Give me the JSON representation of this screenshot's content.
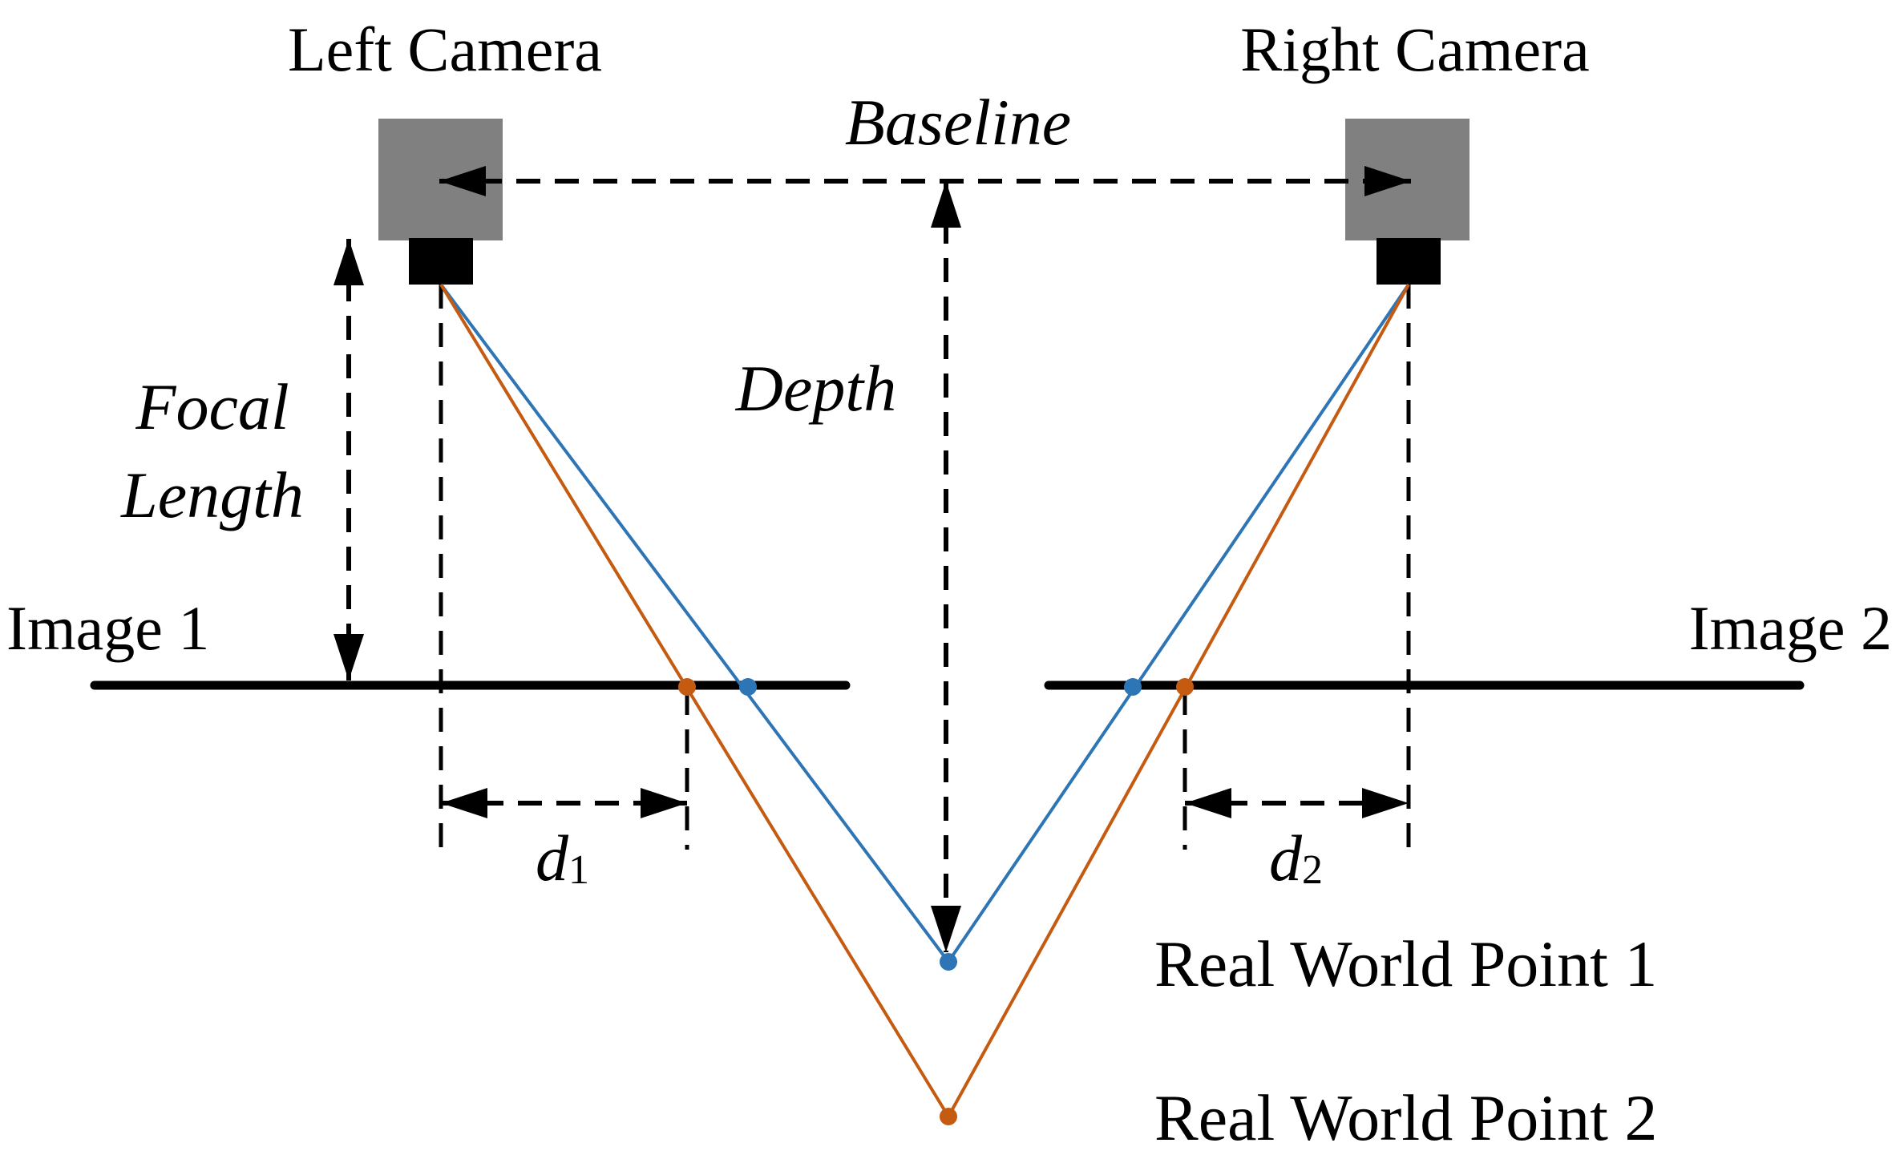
{
  "labels": {
    "left_camera": "Left Camera",
    "right_camera": "Right Camera",
    "baseline": "Baseline",
    "depth": "Depth",
    "focal_line1": "Focal",
    "focal_line2": "Length",
    "image1": "Image 1",
    "image2": "Image 2",
    "d1_letter": "d",
    "d1_sub": "1",
    "d2_letter": "d",
    "d2_sub": "2",
    "point1": "Real World Point 1",
    "point2": "Real World Point 2"
  },
  "colors": {
    "camera_body": "#808080",
    "lens": "#000000",
    "point1_ray": "#2E75B6",
    "point2_ray": "#C55A11",
    "lines": "#000000"
  }
}
